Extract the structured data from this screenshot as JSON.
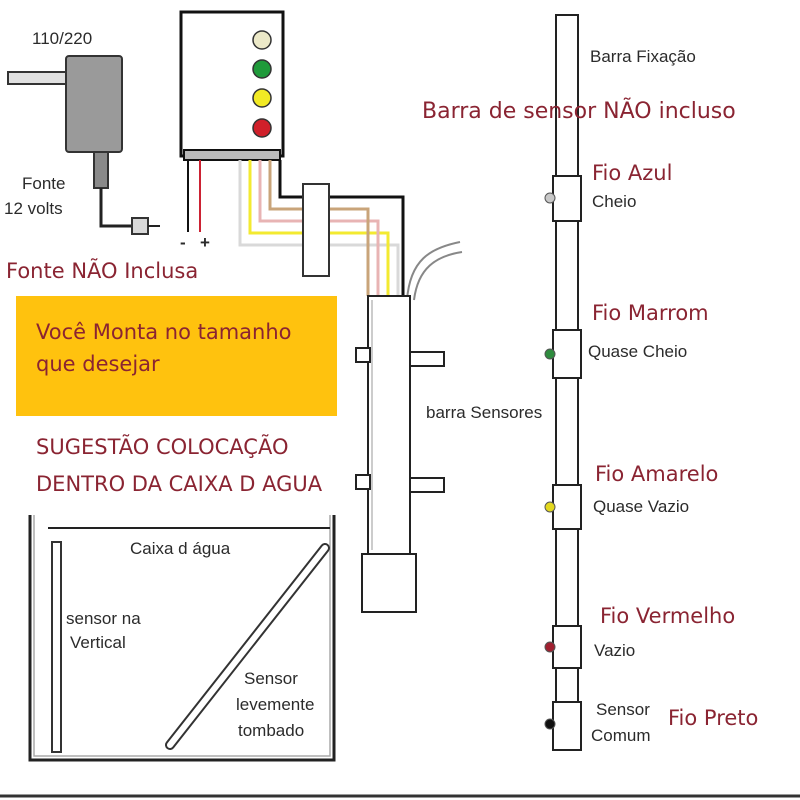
{
  "power_supply": {
    "voltage_label": "110/220",
    "label_line1": "Fonte",
    "label_line2": "12 volts",
    "minus": "-",
    "plus": "+",
    "not_included": "Fonte NÃO Inclusa"
  },
  "note_box": {
    "text": "Você Monta no tamanho que desejar",
    "color": "#ffc20e"
  },
  "suggestion": {
    "line1": "SUGESTÃO COLOCAÇÃO",
    "line2": "DENTRO DA CAIXA D AGUA"
  },
  "tank": {
    "title": "Caixa d água",
    "vertical_label_1": "sensor na",
    "vertical_label_2": "Vertical",
    "tilted_label_1": "Sensor",
    "tilted_label_2": "levemente",
    "tilted_label_3": "tombado"
  },
  "sensor_bar_label": "barra Sensores",
  "fixing_bar": {
    "label": "Barra Fixação",
    "not_included": "Barra de sensor NÃO incluso"
  },
  "controller": {
    "leds": [
      {
        "name": "white-led",
        "color": "#ece9c8"
      },
      {
        "name": "green-led",
        "color": "#1f9a3a"
      },
      {
        "name": "yellow-led",
        "color": "#f2ea24"
      },
      {
        "name": "red-led",
        "color": "#d0202a"
      }
    ]
  },
  "wires": [
    {
      "wire": "Fio Azul",
      "level": "Cheio",
      "color": "#c8c8c8"
    },
    {
      "wire": "Fio Marrom",
      "level": "Quase Cheio",
      "color": "#2e8b3e"
    },
    {
      "wire": "Fio Amarelo",
      "level": "Quase Vazio",
      "color": "#e3d81e"
    },
    {
      "wire": "Fio Vermelho",
      "level": "Vazio",
      "color": "#a02030"
    },
    {
      "wire": "Fio Preto",
      "level_line1": "Sensor",
      "level_line2": "Comum",
      "color": "#111111"
    }
  ],
  "colors": {
    "label_red": "#8a2432",
    "box_yellow": "#ffc20e"
  }
}
